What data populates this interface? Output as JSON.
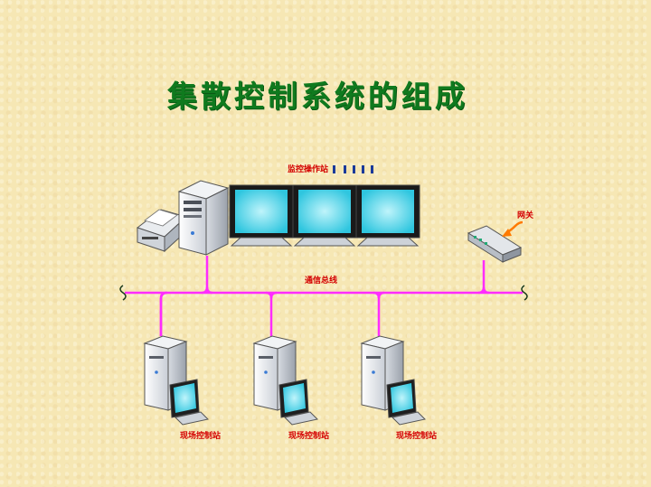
{
  "title": "集散控制系统的组成",
  "labels": {
    "operator_station": "监控操作站",
    "bus": "通信总线",
    "gateway": "网关",
    "field_station_1": "现场控制站",
    "field_station_2": "现场控制站",
    "field_station_3": "现场控制站"
  },
  "colors": {
    "title": "#0f7a1e",
    "bus_line": "#ff2cff",
    "label_red": "#d40000",
    "screen_cyan": "#39d2e6"
  }
}
